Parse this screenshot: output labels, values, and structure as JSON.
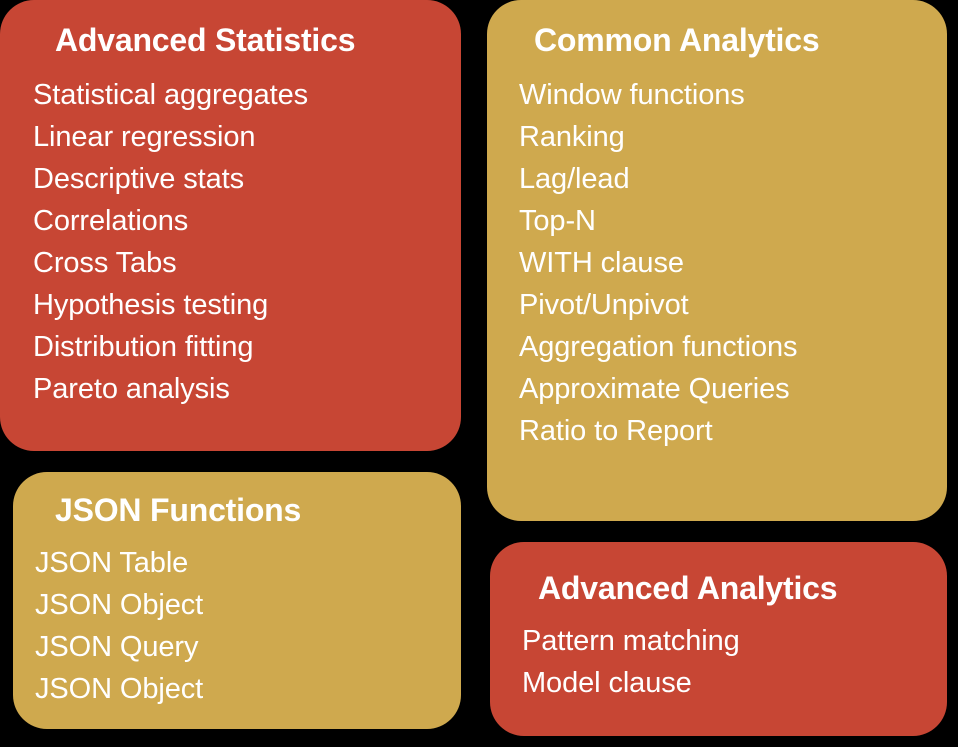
{
  "diagram": {
    "background_color": "#000000",
    "palette": {
      "red": "#C74634",
      "gold": "#CFA94E",
      "text": "#FFFFFF"
    },
    "cards": [
      {
        "id": "advanced-statistics",
        "title": "Advanced Statistics",
        "color": "#C74634",
        "items": [
          "Statistical aggregates",
          "Linear regression",
          "Descriptive stats",
          "Correlations",
          "Cross Tabs",
          "Hypothesis testing",
          "Distribution  fitting",
          "Pareto analysis"
        ]
      },
      {
        "id": "json-functions",
        "title": "JSON Functions",
        "color": "#CFA94E",
        "items": [
          "JSON Table",
          "JSON Object",
          "JSON Query",
          "JSON Object"
        ]
      },
      {
        "id": "common-analytics",
        "title": "Common Analytics",
        "color": "#CFA94E",
        "items": [
          "Window functions",
          "Ranking",
          "Lag/lead",
          "Top-N",
          "WITH clause",
          "Pivot/Unpivot",
          "Aggregation functions",
          "Approximate  Queries",
          "Ratio to Report"
        ]
      },
      {
        "id": "advanced-analytics",
        "title": "Advanced Analytics",
        "color": "#C74634",
        "items": [
          "Pattern matching",
          "Model clause"
        ]
      }
    ]
  }
}
